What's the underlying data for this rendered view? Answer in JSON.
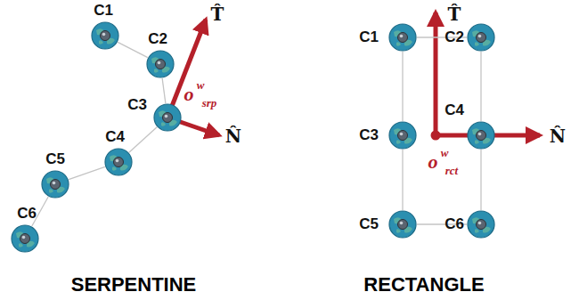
{
  "diagram": {
    "nodes": [
      {
        "text": [
          "C1"
        ]
      },
      {
        "text": [
          "C2"
        ]
      },
      {
        "text": [
          "C3"
        ]
      },
      {
        "text": [
          "C4"
        ]
      },
      {
        "text": [
          "C5"
        ]
      },
      {
        "text": [
          "C6"
        ]
      },
      {
        "text": [
          "C1"
        ]
      },
      {
        "text": [
          "C2"
        ]
      },
      {
        "text": [
          "C3"
        ]
      },
      {
        "text": [
          "C4"
        ]
      },
      {
        "text": [
          "C5"
        ]
      },
      {
        "text": [
          "C6"
        ]
      }
    ],
    "edges": [
      {
        "from": 0,
        "to": 1,
        "arrow": "none"
      },
      {
        "from": 1,
        "to": 2,
        "arrow": "none"
      },
      {
        "from": 2,
        "to": 3,
        "arrow": "none"
      },
      {
        "from": 3,
        "to": 4,
        "arrow": "none"
      },
      {
        "from": 4,
        "to": 5,
        "arrow": "none"
      },
      {
        "from": 6,
        "to": 7,
        "arrow": "none"
      },
      {
        "from": 6,
        "to": 8,
        "arrow": "none"
      },
      {
        "from": 7,
        "to": 9,
        "arrow": "none"
      },
      {
        "from": 8,
        "to": 10,
        "arrow": "none"
      },
      {
        "from": 9,
        "to": 11,
        "arrow": "none"
      },
      {
        "from": 10,
        "to": 11,
        "arrow": "none"
      }
    ],
    "labels": [
      "T̂",
      "N̂",
      "o",
      "w",
      "srp",
      "SERPENTINE",
      "T̂",
      "N̂",
      "o",
      "w",
      "rct",
      "RECTANGLE"
    ]
  }
}
